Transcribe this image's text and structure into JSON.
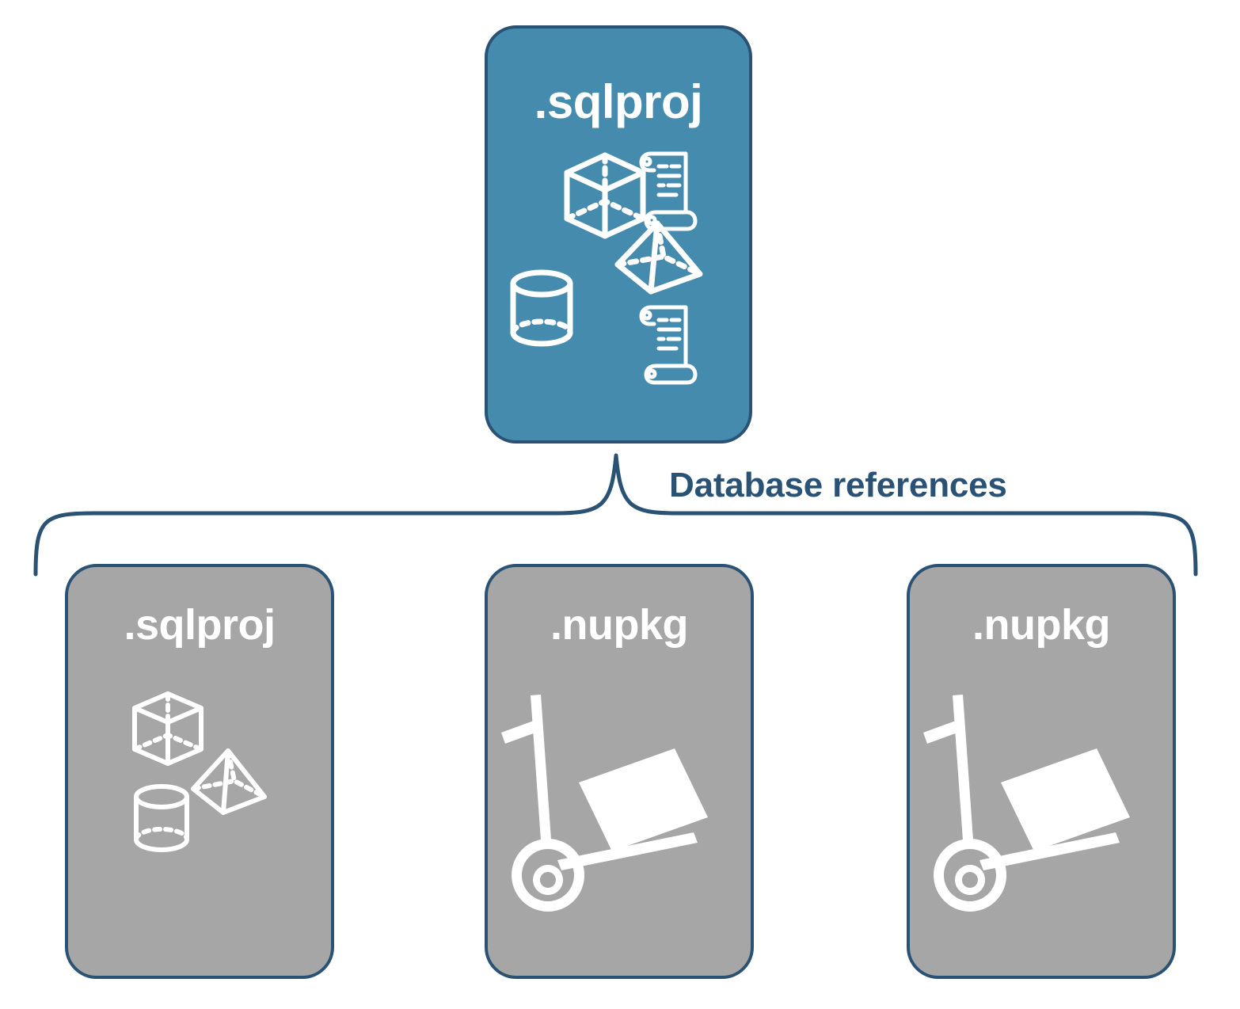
{
  "diagram": {
    "title": "SQL project database references diagram",
    "colors": {
      "primary_fill": "#458bad",
      "secondary_fill": "#a6a6a6",
      "border": "#2a5274",
      "label_text": "#2a5274",
      "card_text": "#ffffff",
      "background": "#ffffff"
    },
    "connector": {
      "label": "Database references",
      "style": "curly-brace",
      "parent_node": "top-sqlproj-card",
      "child_nodes": [
        "bottom-sqlproj-card",
        "nupkg-card-1",
        "nupkg-card-2"
      ]
    },
    "nodes": {
      "top": {
        "id": "top-sqlproj-card",
        "label": ".sqlproj",
        "fill": "primary",
        "icons": [
          "cube-icon",
          "scroll-icon",
          "pyramid-icon",
          "cylinder-icon",
          "scroll-icon"
        ]
      },
      "children": [
        {
          "id": "bottom-sqlproj-card",
          "label": ".sqlproj",
          "fill": "secondary",
          "icons": [
            "cube-icon",
            "pyramid-icon",
            "cylinder-icon"
          ]
        },
        {
          "id": "nupkg-card-1",
          "label": ".nupkg",
          "fill": "secondary",
          "icons": [
            "hand-truck-package-icon"
          ]
        },
        {
          "id": "nupkg-card-2",
          "label": ".nupkg",
          "fill": "secondary",
          "icons": [
            "hand-truck-package-icon"
          ]
        }
      ]
    }
  }
}
